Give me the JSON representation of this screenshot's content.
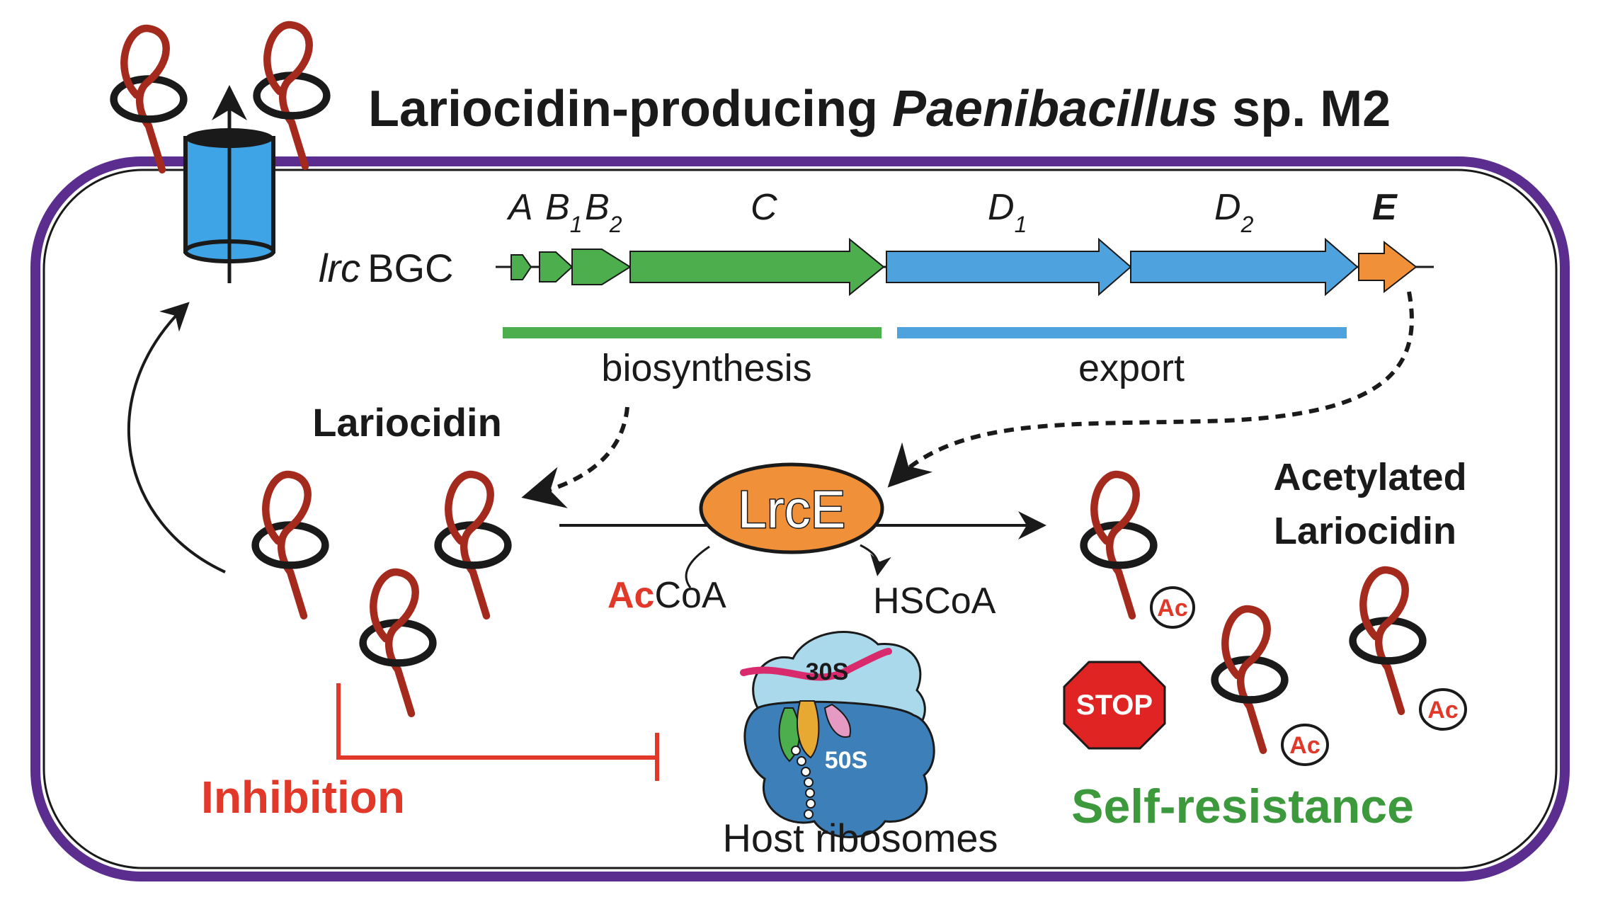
{
  "title": {
    "prefix": "Lariocidin-producing ",
    "genus": "Paenibacillus",
    "suffix": " sp. M2"
  },
  "cluster": {
    "name_italic": "lrc",
    "name_rest": "BGC",
    "genes": {
      "A": "A",
      "B1": "B",
      "B1_sub": "1",
      "B2": "B",
      "B2_sub": "2",
      "C": "C",
      "D1": "D",
      "D1_sub": "1",
      "D2": "D",
      "D2_sub": "2",
      "E": "E"
    },
    "biosynthesis_label": "biosynthesis",
    "export_label": "export"
  },
  "labels": {
    "lariocidin": "Lariocidin",
    "enzyme": "LrcE",
    "accoa_ac": "Ac",
    "accoa_rest": "CoA",
    "hscoa": "HSCoA",
    "acetylated_line1": "Acetylated",
    "acetylated_line2": "Lariocidin",
    "ac_tag": "Ac",
    "stop": "STOP",
    "ribo_30s": "30S",
    "ribo_50s": "50S",
    "host_ribosomes": "Host ribosomes",
    "inhibition": "Inhibition",
    "self_resistance": "Self-resistance"
  },
  "colors": {
    "cell_border": "#5b2d8e",
    "peptide": "#a52a1e",
    "ring": "#1a1a1a",
    "green_genes": "#4cae4c",
    "blue_genes": "#4ea3df",
    "orange_gene": "#f0913a",
    "inhibition_red": "#e2382a",
    "self_resistance_green": "#3c9a3c",
    "stop_red": "#e02424",
    "ribosome_30s": "#a9d9ea",
    "ribosome_50s": "#3d7fb8",
    "mrna": "#d92a6e"
  }
}
